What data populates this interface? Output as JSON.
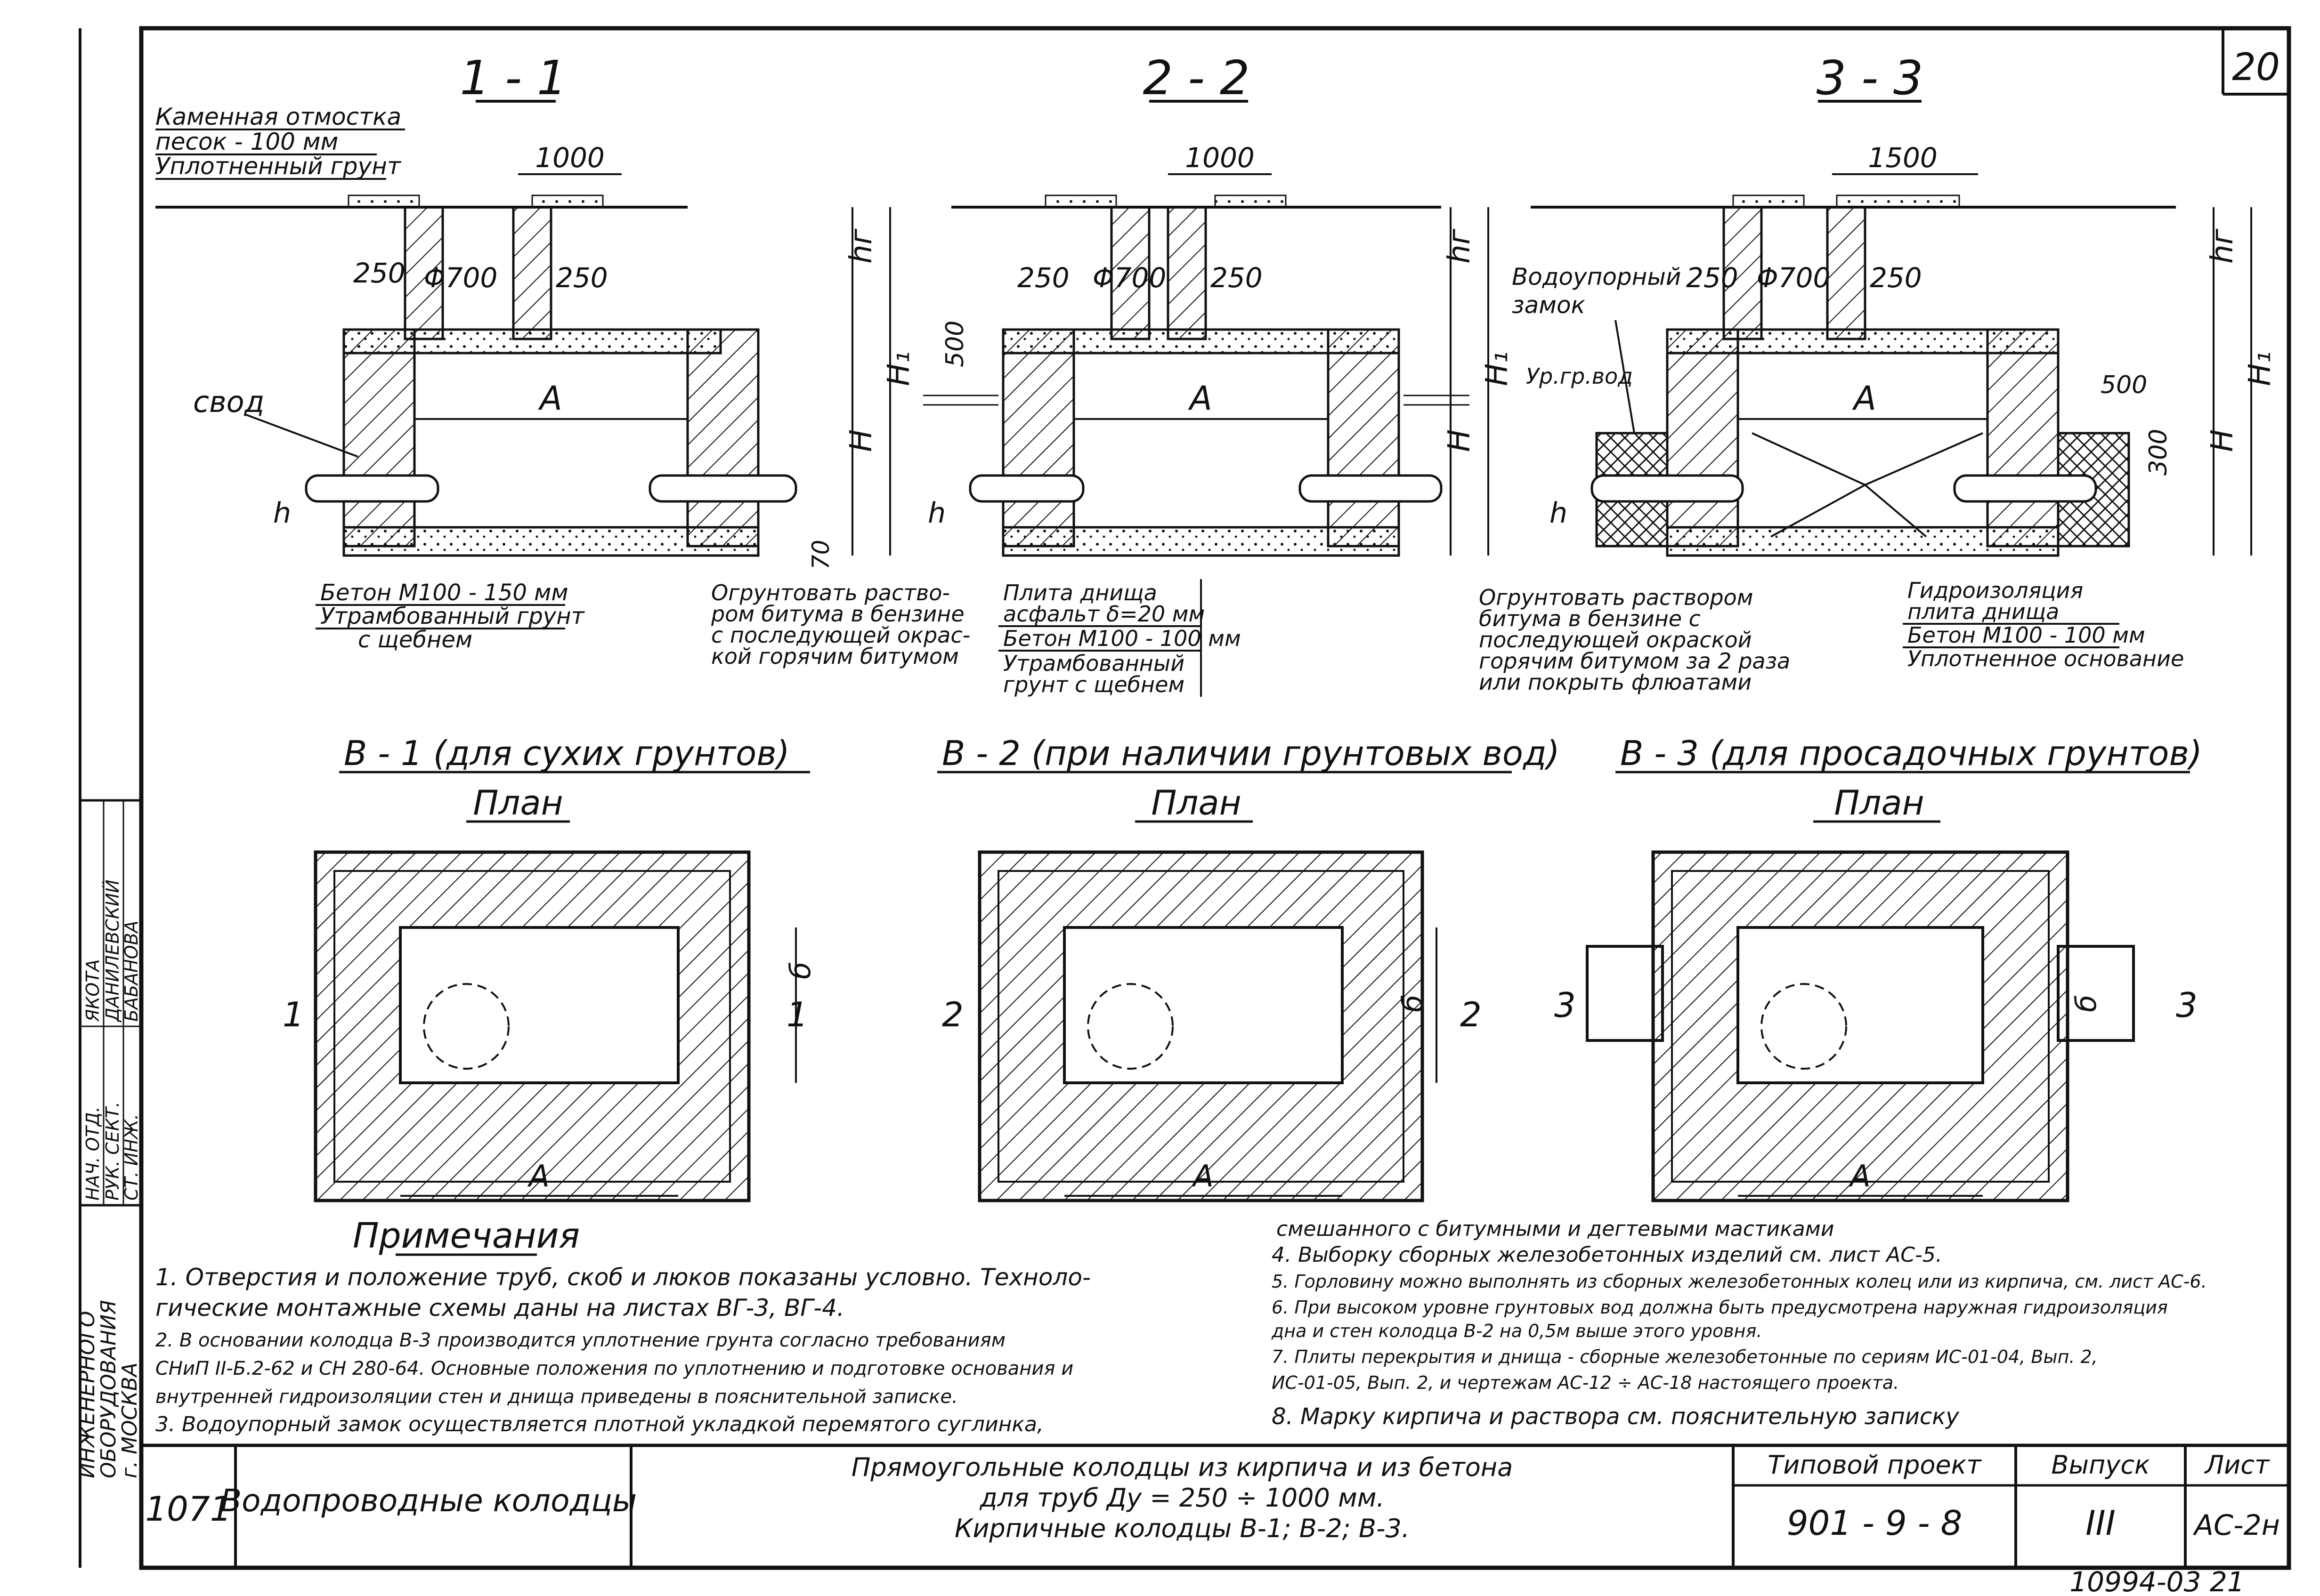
{
  "sheet_number": "20",
  "bottom_number": "10994-03  21",
  "sections": {
    "s1": {
      "title": "1 - 1",
      "dim_top": "1000",
      "wall_left": "250",
      "diameter": "Φ700",
      "wall_right": "250",
      "hg": "hг",
      "H1": "H₁",
      "H": "H",
      "A": "A",
      "h": "h",
      "dim70": "70",
      "vault": "свод"
    },
    "s2": {
      "title": "2 - 2",
      "dim_top": "1000",
      "wall_left": "250",
      "diameter": "Φ700",
      "wall_right": "250",
      "hg": "hг",
      "H1": "H₁",
      "H": "H",
      "A": "A",
      "h": "h",
      "dim500": "500"
    },
    "s3": {
      "title": "3 - 3",
      "dim_top": "1500",
      "wall_left": "250",
      "diameter": "Φ700",
      "wall_right": "250",
      "hg": "hг",
      "H1": "H₁",
      "H": "H",
      "A": "A",
      "h": "h",
      "dim500": "500",
      "dim300": "300"
    }
  },
  "labels": {
    "ground_layers": [
      "Каменная отмостка",
      "песок - 100 мм",
      "Уплотненный грунт"
    ],
    "s1_bottom": [
      "Бетон  М100 - 150 мм",
      "Утрамбованный грунт",
      "с щебнем"
    ],
    "s1_right": [
      "Огрунтовать раство-",
      "ром битума в бензине",
      "с последующей окрас-",
      "кой горячим битумом"
    ],
    "s2_bottom": [
      "Плита днища",
      "асфальт δ=20 мм",
      "Бетон  М100 - 100 мм",
      "Утрамбованный",
      "грунт с щебнем"
    ],
    "water_level": "Ур.гр.вод",
    "waterproof_lock": [
      "Водоупорный",
      "замок"
    ],
    "s3_left": [
      "Огрунтовать раствором",
      "битума в бензине с",
      "последующей окраской",
      "горячим битумом за 2 раза",
      "или покрыть флюатами"
    ],
    "s3_right": [
      "Гидроизоляция",
      "плита днища",
      "Бетон  М100 - 100 мм",
      "Уплотненное основание"
    ]
  },
  "plans": {
    "p1": {
      "title": "В - 1  (для сухих грунтов)",
      "subtitle": "План",
      "cut": "1",
      "A": "A",
      "B": "б"
    },
    "p2": {
      "title": "В - 2  (при наличии грунтовых вод)",
      "subtitle": "План",
      "cut": "2",
      "A": "A",
      "B": "б"
    },
    "p3": {
      "title": "В - 3  (для просадочных грунтов)",
      "subtitle": "План",
      "cut": "3",
      "A": "A",
      "B": "б"
    }
  },
  "notes": {
    "heading": "Примечания",
    "left": [
      "1. Отверстия и положение труб, скоб и люков показаны условно. Техноло-",
      "   гические монтажные схемы даны на листах ВГ-3, ВГ-4.",
      "2. В основании колодца В-3 производится уплотнение грунта согласно требованиям",
      "   СНиП II-Б.2-62 и СН 280-64. Основные положения по уплотнению и подготовке основания и",
      "   внутренней гидроизоляции стен и днища приведены в пояснительной записке.",
      "3. Водоупорный замок осуществляется плотной укладкой перемятого суглинка,"
    ],
    "right": [
      "смешанного с битумными и дегтевыми мастиками",
      "4. Выборку сборных железобетонных изделий см. лист АС-5.",
      "5. Горловину можно выполнять из сборных железобетонных колец или из кирпича, см. лист АС-6.",
      "6. При высоком уровне грунтовых вод должна быть предусмотрена наружная гидроизоляция",
      "   дна и стен колодца В-2 на 0,5м выше этого уровня.",
      "7. Плиты перекрытия и днища - сборные железобетонные по сериям ИС-01-04, Вып. 2,",
      "   ИС-01-05, Вып. 2, и чертежам АС-12 ÷ АС-18 настоящего проекта.",
      "8. Марку кирпича и раствора см. пояснительную записку"
    ]
  },
  "side_stamp": {
    "org": [
      "ИНЖЕНЕРНОГО",
      "ОБОРУДОВАНИЯ",
      "г. МОСКВА"
    ],
    "roles": [
      {
        "role": "НАЧ. ОТД.",
        "name": "ЯКОТА"
      },
      {
        "role": "РУК. СЕКТ.",
        "name": "ДАНИЛЕВСКИЙ"
      },
      {
        "role": "СТ. ИНЖ.",
        "name": "БАБАНОВА"
      }
    ]
  },
  "title_block": {
    "code": "1071",
    "name": "Водопроводные колодцы",
    "desc": [
      "Прямоугольные колодцы из кирпича и из бетона",
      "для труб Ду = 250 ÷ 1000 мм.",
      "Кирпичные колодцы В-1; В-2; В-3."
    ],
    "project_label": "Типовой проект",
    "project_value": "901 - 9 - 8",
    "issue_label": "Выпуск",
    "issue_value": "III",
    "sheet_label": "Лист",
    "sheet_value": "АС-2н"
  }
}
